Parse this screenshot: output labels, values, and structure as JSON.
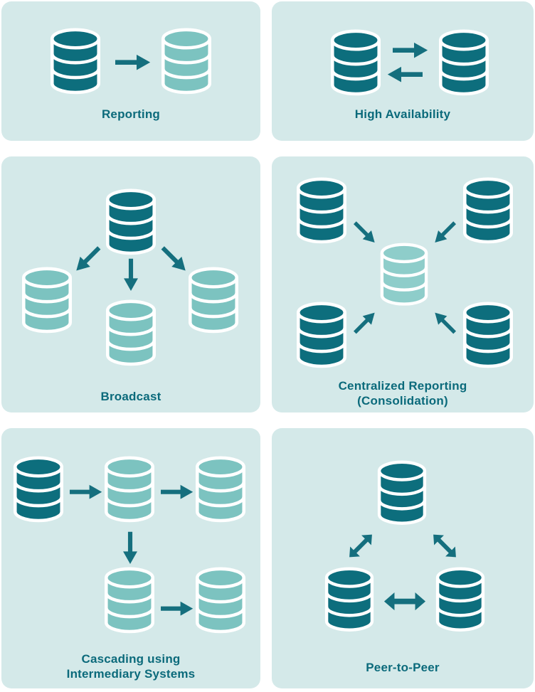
{
  "colors": {
    "page_bg": "#ffffff",
    "panel_bg": "#d4e9e9",
    "db_dark": "#0d6e7d",
    "db_light": "#7cc3c0",
    "db_lighter": "#8ecdca",
    "arrow": "#156f7e",
    "label": "#0b6a7b",
    "outline": "#ffffff"
  },
  "panels": [
    {
      "id": "reporting",
      "label": "Reporting",
      "databases": [
        {
          "name": "source-database",
          "shade": "dark"
        },
        {
          "name": "replica-database",
          "shade": "light"
        }
      ],
      "arrows": [
        {
          "name": "arrow-right-icon",
          "direction": "right"
        }
      ]
    },
    {
      "id": "high-availability",
      "label": "High Availability",
      "databases": [
        {
          "name": "primary-database",
          "shade": "dark"
        },
        {
          "name": "standby-database",
          "shade": "dark"
        }
      ],
      "arrows": [
        {
          "name": "arrow-right-icon",
          "direction": "right"
        },
        {
          "name": "arrow-left-icon",
          "direction": "left"
        }
      ]
    },
    {
      "id": "broadcast",
      "label": "Broadcast",
      "databases": [
        {
          "name": "source-database",
          "shade": "dark"
        },
        {
          "name": "replica-database-left",
          "shade": "light"
        },
        {
          "name": "replica-database-center",
          "shade": "light"
        },
        {
          "name": "replica-database-right",
          "shade": "light"
        }
      ],
      "arrows": [
        {
          "name": "arrow-down-left-icon",
          "direction": "down-left"
        },
        {
          "name": "arrow-down-icon",
          "direction": "down"
        },
        {
          "name": "arrow-down-right-icon",
          "direction": "down-right"
        }
      ]
    },
    {
      "id": "centralized-reporting",
      "label": "Centralized Reporting\n(Consolidation)",
      "databases": [
        {
          "name": "source-database-top-left",
          "shade": "dark"
        },
        {
          "name": "source-database-top-right",
          "shade": "dark"
        },
        {
          "name": "source-database-bottom-left",
          "shade": "dark"
        },
        {
          "name": "source-database-bottom-right",
          "shade": "dark"
        },
        {
          "name": "central-database",
          "shade": "lighter"
        }
      ],
      "arrows": [
        {
          "name": "arrow-inward-icon",
          "direction": "down-right"
        },
        {
          "name": "arrow-inward-icon",
          "direction": "down-left"
        },
        {
          "name": "arrow-inward-icon",
          "direction": "up-right"
        },
        {
          "name": "arrow-inward-icon",
          "direction": "up-left"
        }
      ]
    },
    {
      "id": "cascading",
      "label": "Cascading using\nIntermediary Systems",
      "databases": [
        {
          "name": "source-database",
          "shade": "dark"
        },
        {
          "name": "intermediary-database",
          "shade": "light"
        },
        {
          "name": "replica-database-top-right",
          "shade": "light"
        },
        {
          "name": "intermediary-database-lower",
          "shade": "light"
        },
        {
          "name": "replica-database-bottom-right",
          "shade": "light"
        }
      ],
      "arrows": [
        {
          "name": "arrow-right-icon",
          "direction": "right"
        },
        {
          "name": "arrow-right-icon",
          "direction": "right"
        },
        {
          "name": "arrow-down-icon",
          "direction": "down"
        },
        {
          "name": "arrow-right-icon",
          "direction": "right"
        }
      ]
    },
    {
      "id": "peer-to-peer",
      "label": "Peer-to-Peer",
      "databases": [
        {
          "name": "peer-database-top",
          "shade": "dark"
        },
        {
          "name": "peer-database-bottom-left",
          "shade": "dark"
        },
        {
          "name": "peer-database-bottom-right",
          "shade": "dark"
        }
      ],
      "arrows": [
        {
          "name": "double-arrow-icon",
          "direction": "diagonal-left"
        },
        {
          "name": "double-arrow-icon",
          "direction": "diagonal-right"
        },
        {
          "name": "double-arrow-icon",
          "direction": "horizontal"
        }
      ]
    }
  ]
}
